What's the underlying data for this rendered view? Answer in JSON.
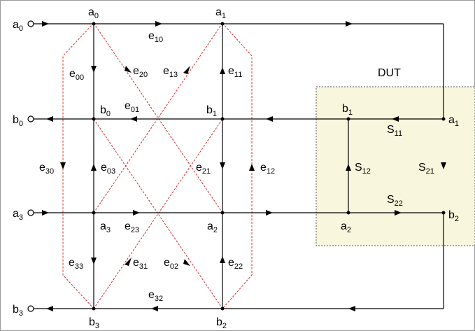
{
  "title": "DUT",
  "colors": {
    "line": "#000000",
    "flow": "#d03030",
    "dut_fill": "#f8f6dc"
  },
  "ports": [
    {
      "id": "a0-port",
      "main": "a",
      "sub": "0"
    },
    {
      "id": "b0-port",
      "main": "b",
      "sub": "0"
    },
    {
      "id": "a3-port",
      "main": "a",
      "sub": "3"
    },
    {
      "id": "b3-port",
      "main": "b",
      "sub": "3"
    }
  ],
  "nodes": [
    {
      "id": "node-a0",
      "main": "a",
      "sub": "0"
    },
    {
      "id": "node-a1",
      "main": "a",
      "sub": "1"
    },
    {
      "id": "node-b0",
      "main": "b",
      "sub": "0"
    },
    {
      "id": "node-b1",
      "main": "b",
      "sub": "1"
    },
    {
      "id": "node-a3",
      "main": "a",
      "sub": "3"
    },
    {
      "id": "node-a2",
      "main": "a",
      "sub": "2"
    },
    {
      "id": "node-b3",
      "main": "b",
      "sub": "3"
    },
    {
      "id": "node-b2",
      "main": "b",
      "sub": "2"
    },
    {
      "id": "dut-node-b1",
      "main": "b",
      "sub": "1"
    },
    {
      "id": "dut-node-a1",
      "main": "a",
      "sub": "1"
    },
    {
      "id": "dut-node-a2",
      "main": "a",
      "sub": "2"
    },
    {
      "id": "dut-node-b2",
      "main": "b",
      "sub": "2"
    }
  ],
  "error_terms": [
    {
      "id": "e10",
      "main": "e",
      "sub": "10"
    },
    {
      "id": "e00",
      "main": "e",
      "sub": "00"
    },
    {
      "id": "e20",
      "main": "e",
      "sub": "20"
    },
    {
      "id": "e13",
      "main": "e",
      "sub": "13"
    },
    {
      "id": "e11",
      "main": "e",
      "sub": "11"
    },
    {
      "id": "e01",
      "main": "e",
      "sub": "01"
    },
    {
      "id": "e30",
      "main": "e",
      "sub": "30"
    },
    {
      "id": "e03",
      "main": "e",
      "sub": "03"
    },
    {
      "id": "e21",
      "main": "e",
      "sub": "21"
    },
    {
      "id": "e12",
      "main": "e",
      "sub": "12"
    },
    {
      "id": "e23",
      "main": "e",
      "sub": "23"
    },
    {
      "id": "e33",
      "main": "e",
      "sub": "33"
    },
    {
      "id": "e31",
      "main": "e",
      "sub": "31"
    },
    {
      "id": "e02",
      "main": "e",
      "sub": "02"
    },
    {
      "id": "e22",
      "main": "e",
      "sub": "22"
    },
    {
      "id": "e32",
      "main": "e",
      "sub": "32"
    }
  ],
  "s_params": [
    {
      "id": "S11",
      "main": "S",
      "sub": "11"
    },
    {
      "id": "S12",
      "main": "S",
      "sub": "12"
    },
    {
      "id": "S21",
      "main": "S",
      "sub": "21"
    },
    {
      "id": "S22",
      "main": "S",
      "sub": "22"
    }
  ]
}
